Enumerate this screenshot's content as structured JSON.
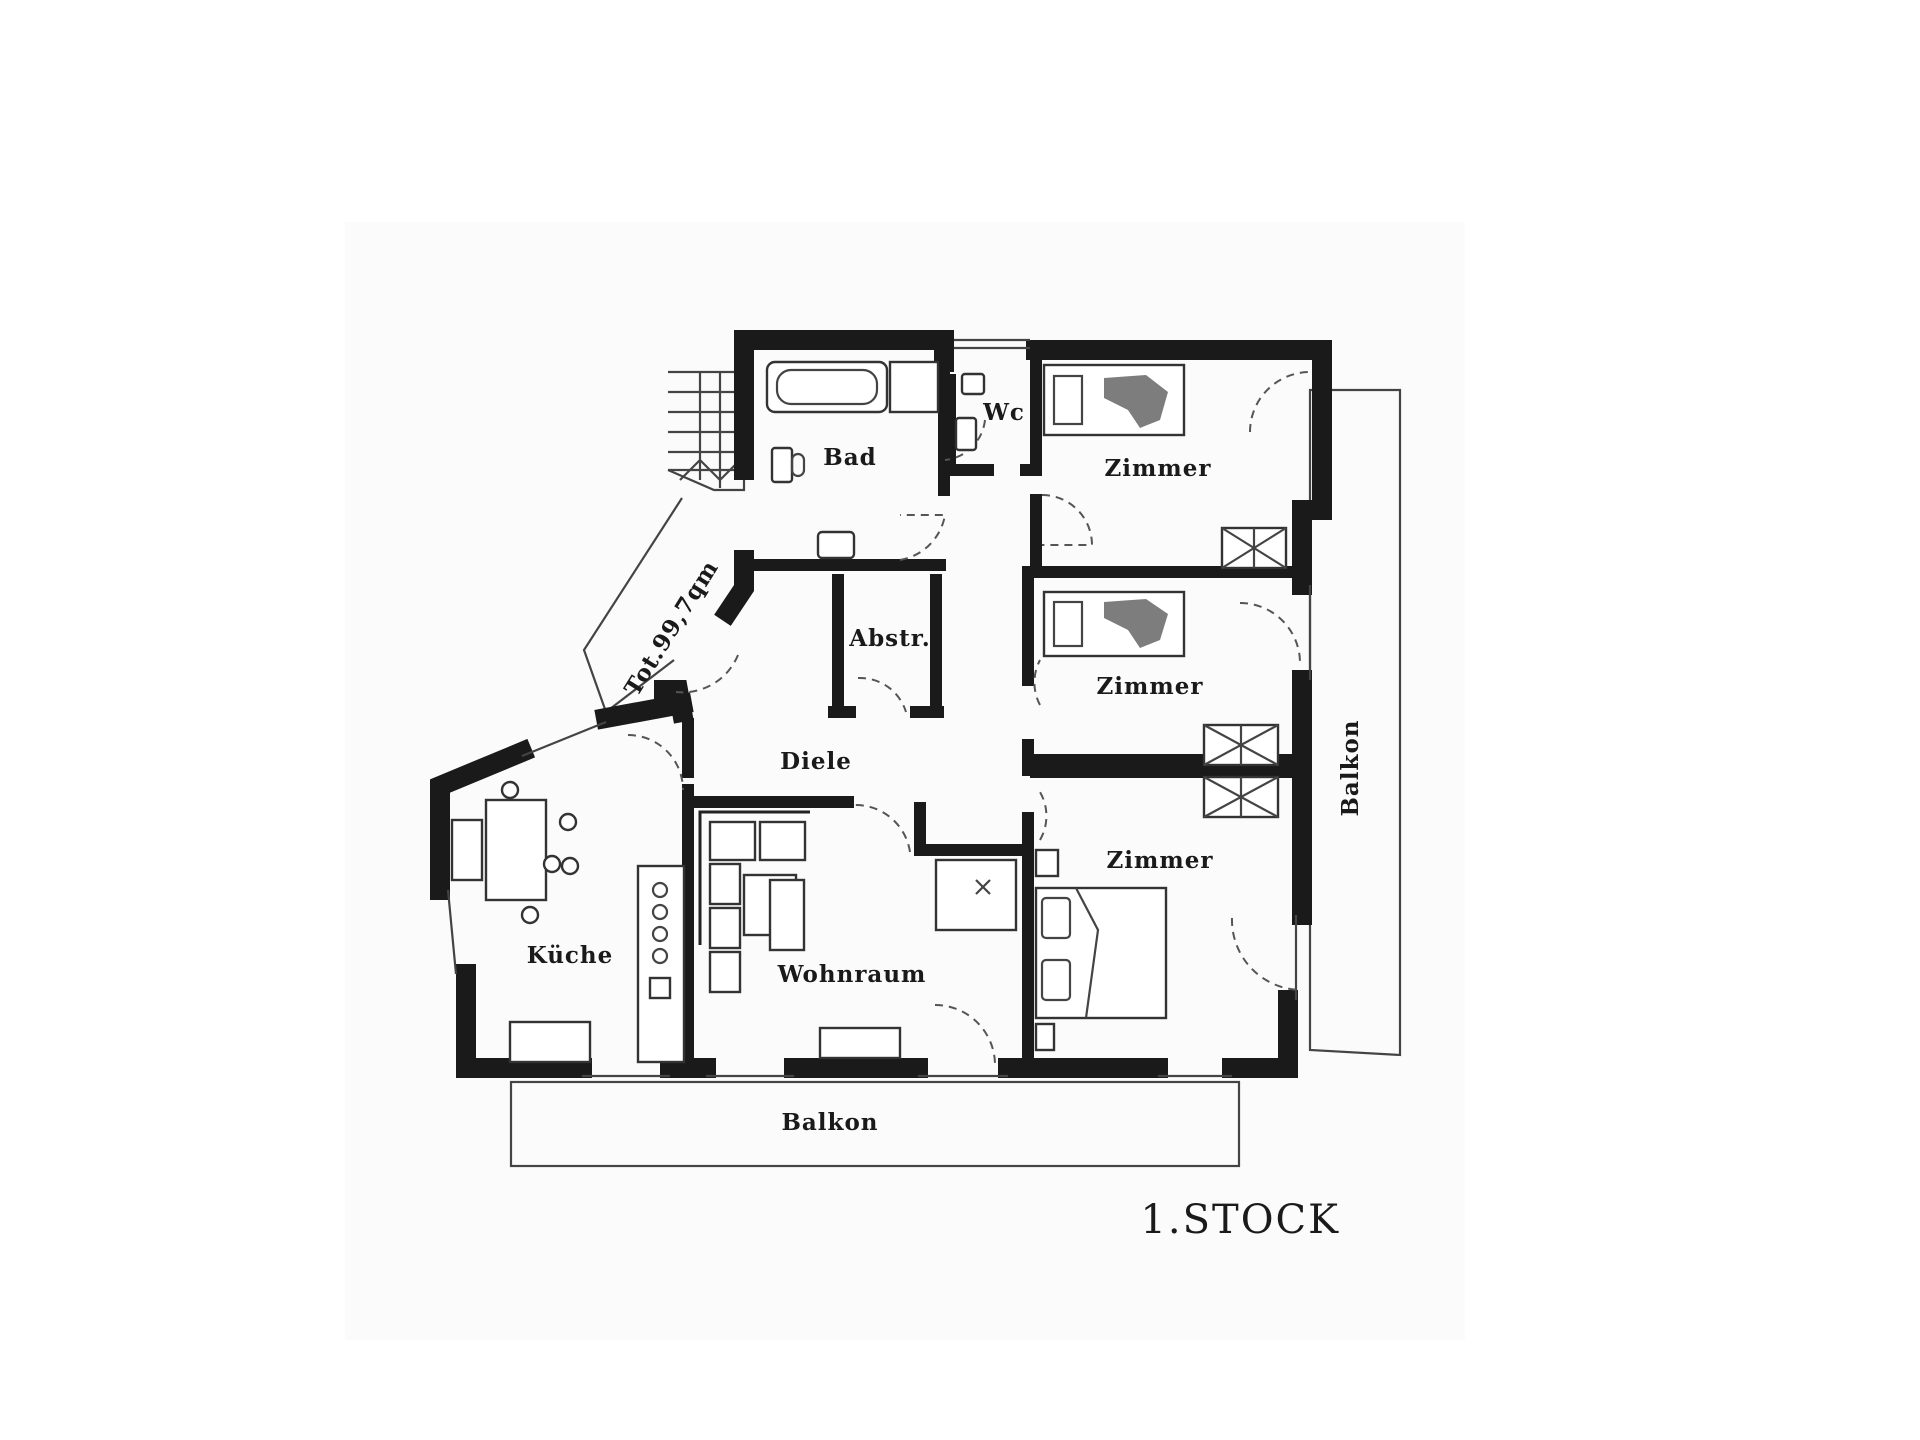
{
  "plan": {
    "floor_title": "1.STOCK",
    "area_label": "Tot.99,7qm",
    "rooms": {
      "bad": "Bad",
      "wc": "Wc",
      "abstr": "Abstr.",
      "diele": "Diele",
      "kueche": "Küche",
      "wohnraum": "Wohnraum",
      "zimmer_1": "Zimmer",
      "zimmer_2": "Zimmer",
      "zimmer_3": "Zimmer",
      "balkon_south": "Balkon",
      "balkon_east": "Balkon"
    },
    "colors": {
      "wall": "#1a1a1a",
      "background": "#ffffff",
      "panel": "#fbfbfb",
      "bed_pattern": "#7d7d7d"
    }
  }
}
